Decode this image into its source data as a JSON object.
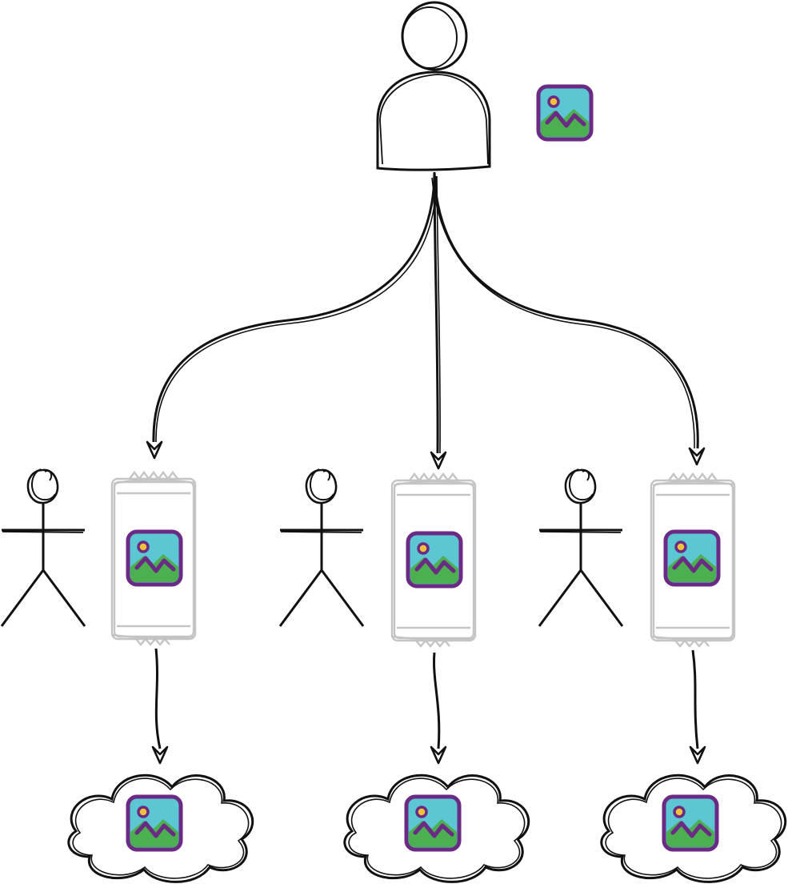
{
  "colors": {
    "ink": "#111111",
    "phone_outline": "#c4c4c4",
    "photo_frame": "#6b2a83",
    "photo_sky": "#5cc6d3",
    "photo_ground": "#4caf50",
    "photo_sun": "#f2c13b",
    "background": "#ffffff"
  },
  "icons": {
    "sender": "user-silhouette-icon",
    "shared_photo": "photo-image-icon",
    "recipient": "stick-figure-icon",
    "device": "smartphone-icon",
    "storage": "cloud-icon"
  },
  "recipient_groups": [
    {
      "id": "left"
    },
    {
      "id": "middle"
    },
    {
      "id": "right"
    }
  ]
}
